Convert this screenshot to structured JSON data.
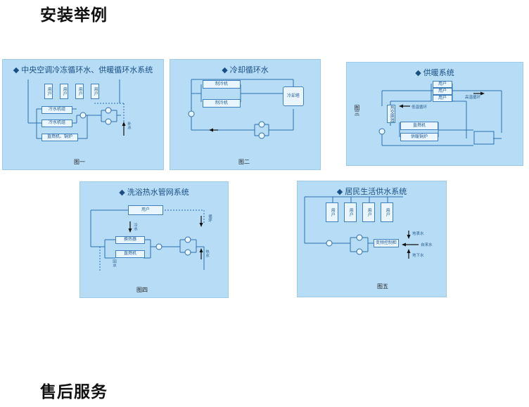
{
  "headings": {
    "install": "安装举例",
    "service": "售后服务"
  },
  "panels": [
    {
      "title": "中央空调冷冻循环水、供暖循环水系统",
      "caption": "图一",
      "labels": {
        "users": [
          "用户",
          "用户",
          "用户",
          "用户"
        ],
        "chiller1": "冷水机组",
        "chiller2": "冷水机组",
        "boiler": "直燃机、锅炉",
        "refill": "补水"
      }
    },
    {
      "title": "冷却循环水",
      "caption": "图二",
      "labels": {
        "chiller1": "制冷机",
        "chiller2": "制冷机",
        "tower": "冷却塔"
      }
    },
    {
      "title": "供暖系统",
      "caption": "图三",
      "labels": {
        "users": [
          "用户",
          "用户",
          "用户"
        ],
        "lowloop": "低温循环",
        "highloop": "高温循环",
        "heatex": "热交换器",
        "direct": "直燃机",
        "boiler": "供暖锅炉"
      }
    },
    {
      "title": "洗浴热水管网系统",
      "caption": "图四",
      "labels": {
        "user": "用户",
        "heatex": "换热器",
        "direct": "直燃机",
        "cold": "冷水",
        "backflow": "回水",
        "hot": "热水",
        "loop": "循环"
      }
    },
    {
      "title": "居民生活供水系统",
      "caption": "图五",
      "labels": {
        "users": [
          "用户",
          "用户",
          "用户",
          "用户"
        ],
        "controller": "变频控制柜",
        "surface": "地表水",
        "tap": "自来水",
        "ground": "地下水"
      }
    }
  ],
  "colors": {
    "panel_bg": "#b7dcf5",
    "line": "#2e6fb0",
    "dark": "#1a4f86"
  }
}
